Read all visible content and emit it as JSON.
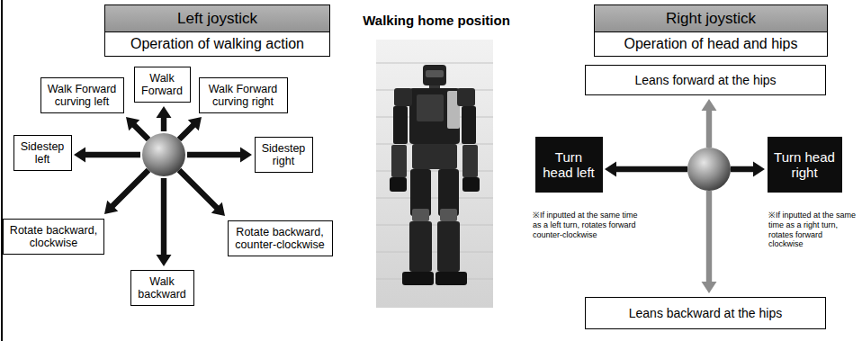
{
  "diagram": {
    "nodes": [
      {
        "text": [
          "Left joystick"
        ]
      },
      {
        "text": [
          "Operation of walking action"
        ]
      },
      {
        "text": [
          "Walk Forward curving left"
        ]
      },
      {
        "text": [
          "Walk Forward"
        ]
      },
      {
        "text": [
          "Walk Forward curving right"
        ]
      },
      {
        "text": [
          "Sidestep left"
        ]
      },
      {
        "text": [
          "Sidestep right"
        ]
      },
      {
        "text": [
          "Rotate backward, clockwise"
        ]
      },
      {
        "text": [
          "Walk backward"
        ]
      },
      {
        "text": [
          "Rotate backward, counter-clockwise"
        ]
      },
      {
        "text": [
          "Right joystick"
        ]
      },
      {
        "text": [
          "Operation of head and hips"
        ]
      },
      {
        "text": [
          "Leans forward at the hips"
        ]
      },
      {
        "text": [
          "Turn head left"
        ]
      },
      {
        "text": [
          "Turn head right"
        ]
      },
      {
        "text": [
          "Leans backward at the hips"
        ]
      }
    ],
    "labels": [
      "Walking home position",
      "※If inputted at the same time as a left turn, rotates forward counter-clockwise",
      "※If inputted at the same time as a right turn, rotates forward clockwise"
    ]
  }
}
